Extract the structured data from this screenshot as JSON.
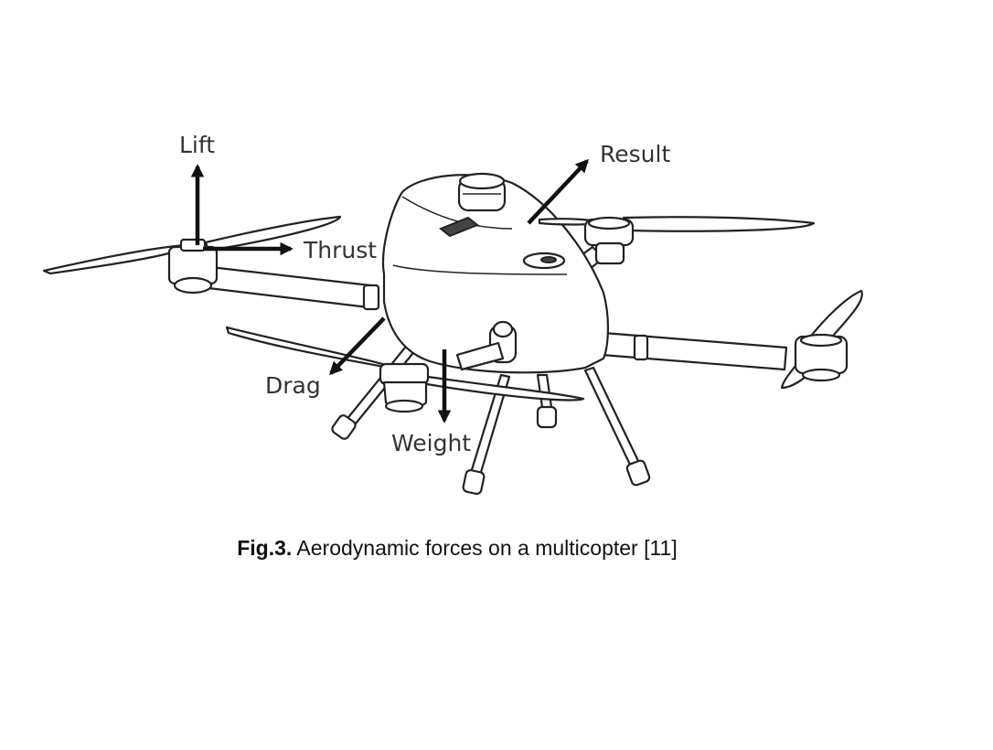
{
  "diagram": {
    "forces": {
      "lift": "Lift",
      "thrust": "Thrust",
      "result": "Result",
      "drag": "Drag",
      "weight": "Weight"
    }
  },
  "caption": {
    "fig_number": "Fig.3.",
    "text": " Aerodynamic forces on a multicopter [11]"
  }
}
